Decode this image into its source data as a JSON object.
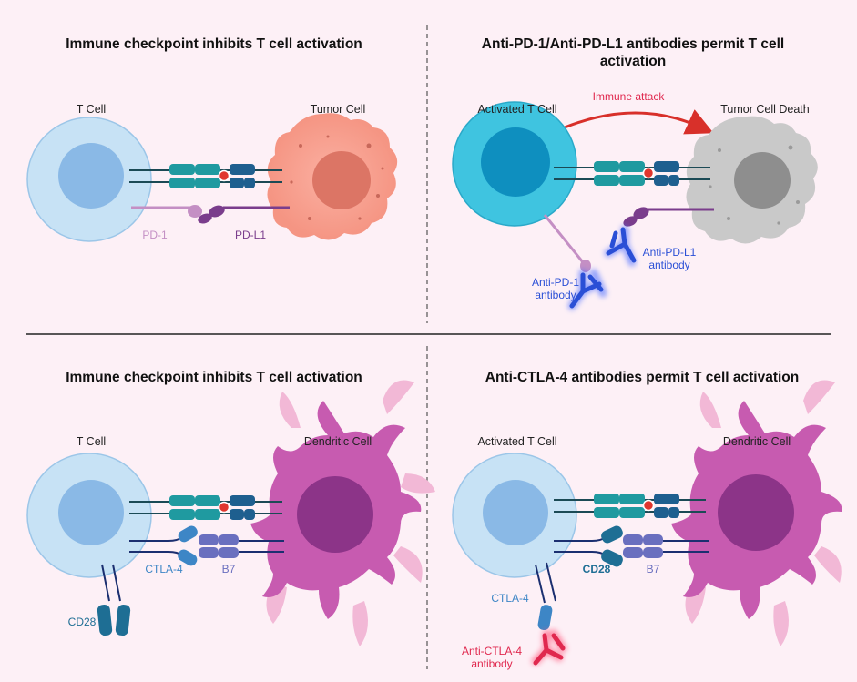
{
  "panels": {
    "top_left": {
      "title": "Immune checkpoint inhibits T cell activation",
      "t_cell": "T Cell",
      "other_cell": "Tumor Cell",
      "receptor": "PD-1",
      "ligand": "PD-L1"
    },
    "top_right": {
      "title": "Anti-PD-1/Anti-PD-L1 antibodies permit T cell activation",
      "t_cell": "Activated T Cell",
      "other_cell": "Tumor Cell Death",
      "arrow_label": "Immune attack",
      "antibody_1": "Anti-PD-1 antibody",
      "antibody_2": "Anti-PD-L1 antibody"
    },
    "bottom_left": {
      "title": "Immune checkpoint inhibits T cell activation",
      "t_cell": "T Cell",
      "other_cell": "Dendritic Cell",
      "receptor_1": "CTLA-4",
      "ligand": "B7",
      "receptor_2": "CD28"
    },
    "bottom_right": {
      "title": "Anti-CTLA-4 antibodies permit T cell activation",
      "t_cell": "Activated T Cell",
      "other_cell": "Dendritic Cell",
      "receptor_1": "CD28",
      "ligand": "B7",
      "receptor_2": "CTLA-4",
      "antibody": "Anti-CTLA-4 antibody"
    }
  },
  "colors": {
    "background": "#fdf0f6",
    "t_cell": "#bcdcf2",
    "activated_t_cell": "#3fc4e0",
    "tumor_cell": "#f7a090",
    "dead_tumor_cell": "#c8c8c8",
    "dendritic_cell": "#c75bb0",
    "pd1": "#c48fc4",
    "pdl1": "#7a3d8c",
    "antibody_blue": "#2a4fd6",
    "antibody_red": "#e0284e",
    "arrow": "#d8302a"
  }
}
